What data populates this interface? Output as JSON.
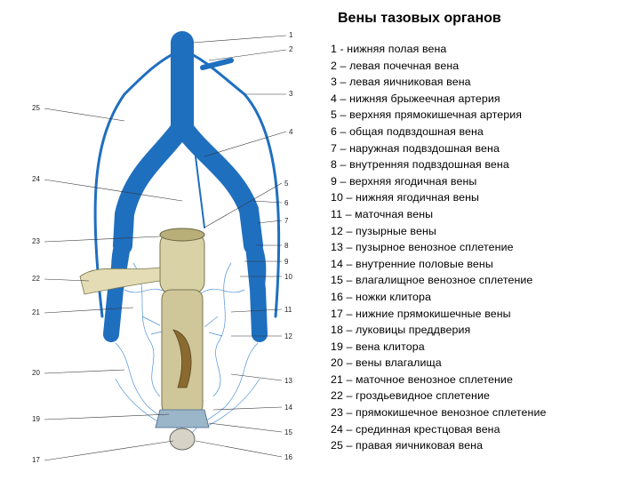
{
  "title": "Вены тазовых органов",
  "legend": [
    "1 - нижняя полая вена",
    "2 – левая почечная вена",
    "3 – левая яичниковая вена",
    "4 – нижняя брыжеечная артерия",
    "5 – верхняя прямокишечная артерия",
    "6 – общая подвздошная вена",
    "7 – наружная подвздошная вена",
    "8 – внутренняя подвздошная вена",
    "9 – верхняя ягодичная вены",
    "10 – нижняя ягодичная вены",
    "11 – маточная вены",
    "12 – пузырные вены",
    "13 – пузырное венозное сплетение",
    "14 – внутренние половые вены",
    "15 – влагалищное венозное сплетение",
    "16 – ножки клитора",
    "17 – нижние прямокишечные вены",
    "18 – луковицы преддверия",
    "19 – вена клитора",
    "20 – вены влагалища",
    "21 – маточное венозное сплетение",
    "22 – гроздьевидное сплетение",
    "23 – прямокишечное венозное сплетение",
    "24 – срединная крестцовая вена",
    "25 – правая яичниковая вена"
  ],
  "figure_labels": {
    "n1": "1",
    "n2": "2",
    "n3": "3",
    "n4": "4",
    "n5": "5",
    "n6": "6",
    "n7": "7",
    "n8": "8",
    "n9": "9",
    "n10": "10",
    "n11": "11",
    "n12": "12",
    "n13": "13",
    "n14": "14",
    "n15": "15",
    "n16": "16",
    "n17": "17",
    "n19": "19",
    "n20": "20",
    "n21": "21",
    "n22": "22",
    "n23": "23",
    "n24": "24",
    "n25": "25"
  },
  "colors": {
    "vein": "#1f6fbf",
    "organ": "#c9c49a",
    "background": "#ffffff"
  }
}
